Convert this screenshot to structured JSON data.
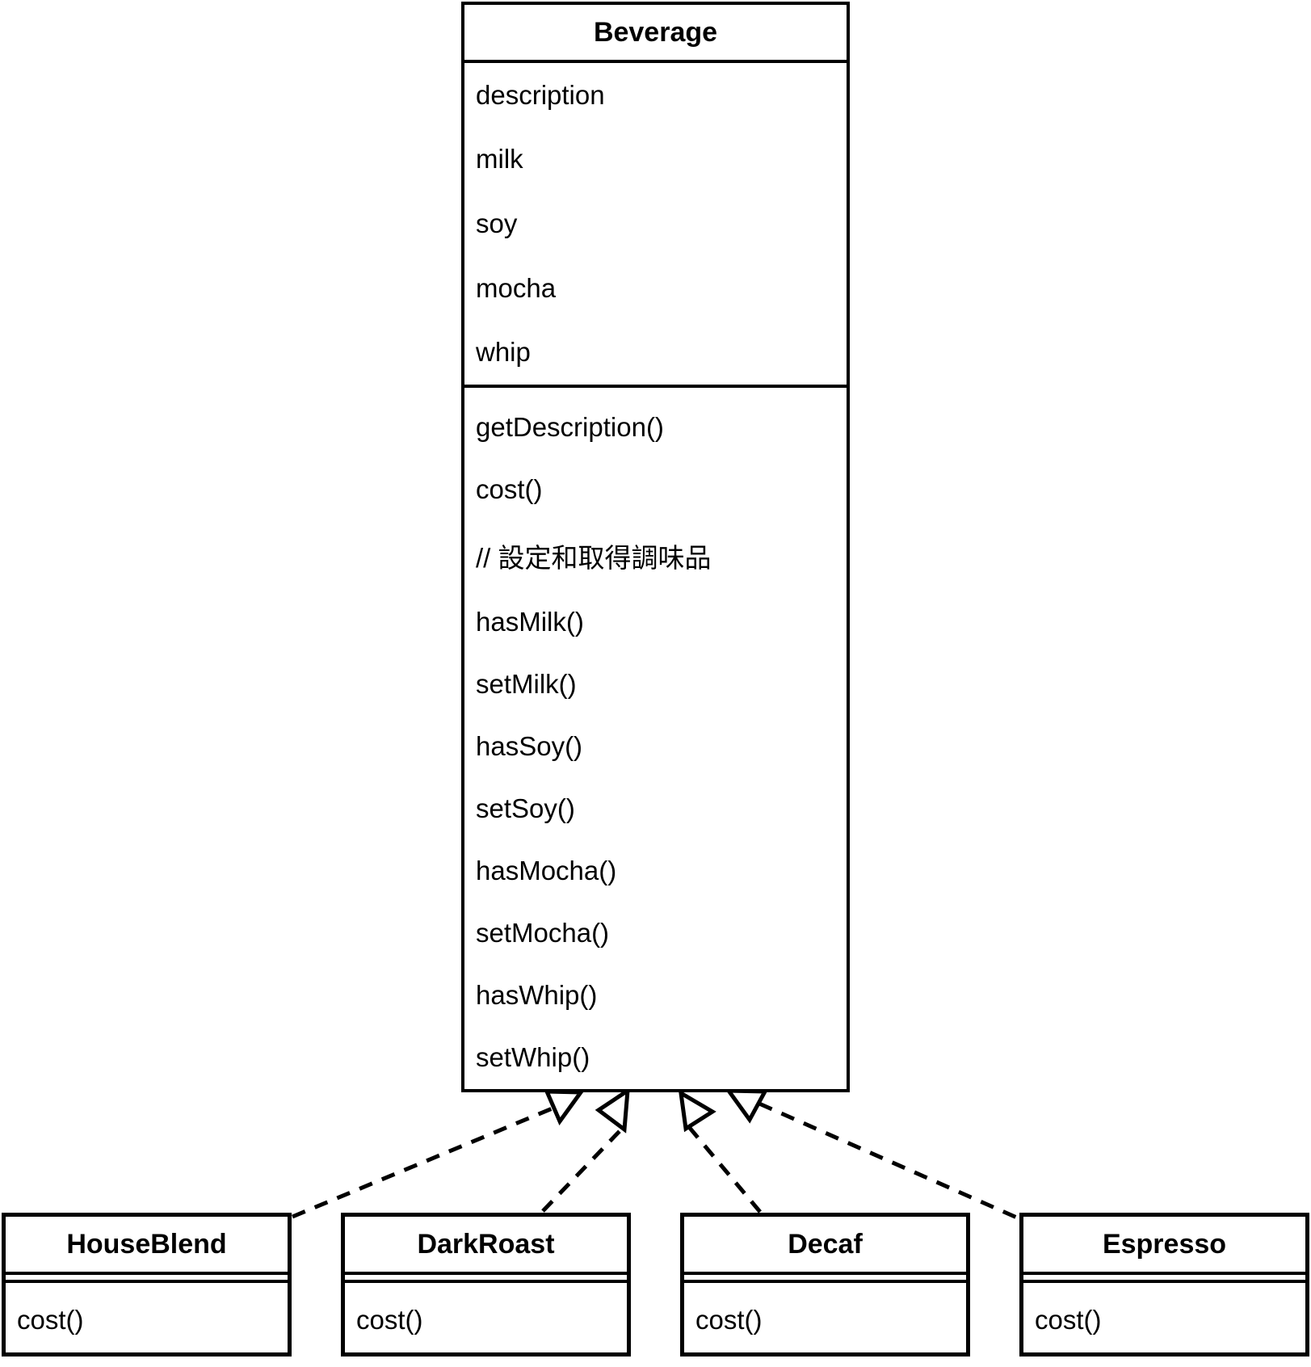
{
  "diagram": {
    "type": "uml-class-diagram",
    "colors": {
      "stroke": "#000000",
      "background": "#ffffff",
      "text": "#000000"
    },
    "base_class": {
      "name": "Beverage",
      "attributes": [
        "description",
        "milk",
        "soy",
        "mocha",
        "whip"
      ],
      "methods": [
        "getDescription()",
        "cost()",
        "// 設定和取得調味品",
        "hasMilk()",
        "setMilk()",
        "hasSoy()",
        "setSoy()",
        "hasMocha()",
        "setMocha()",
        "hasWhip()",
        "setWhip()"
      ]
    },
    "subclasses": [
      {
        "name": "HouseBlend",
        "attributes": [],
        "methods": [
          "cost()"
        ]
      },
      {
        "name": "DarkRoast",
        "attributes": [],
        "methods": [
          "cost()"
        ]
      },
      {
        "name": "Decaf",
        "attributes": [],
        "methods": [
          "cost()"
        ]
      },
      {
        "name": "Espresso",
        "attributes": [],
        "methods": [
          "cost()"
        ]
      }
    ],
    "relationships": [
      {
        "from": "HouseBlend",
        "to": "Beverage",
        "type": "generalization",
        "line_style": "dashed",
        "arrowhead": "hollow-triangle"
      },
      {
        "from": "DarkRoast",
        "to": "Beverage",
        "type": "generalization",
        "line_style": "dashed",
        "arrowhead": "hollow-triangle"
      },
      {
        "from": "Decaf",
        "to": "Beverage",
        "type": "generalization",
        "line_style": "dashed",
        "arrowhead": "hollow-triangle"
      },
      {
        "from": "Espresso",
        "to": "Beverage",
        "type": "generalization",
        "line_style": "dashed",
        "arrowhead": "hollow-triangle"
      }
    ]
  }
}
